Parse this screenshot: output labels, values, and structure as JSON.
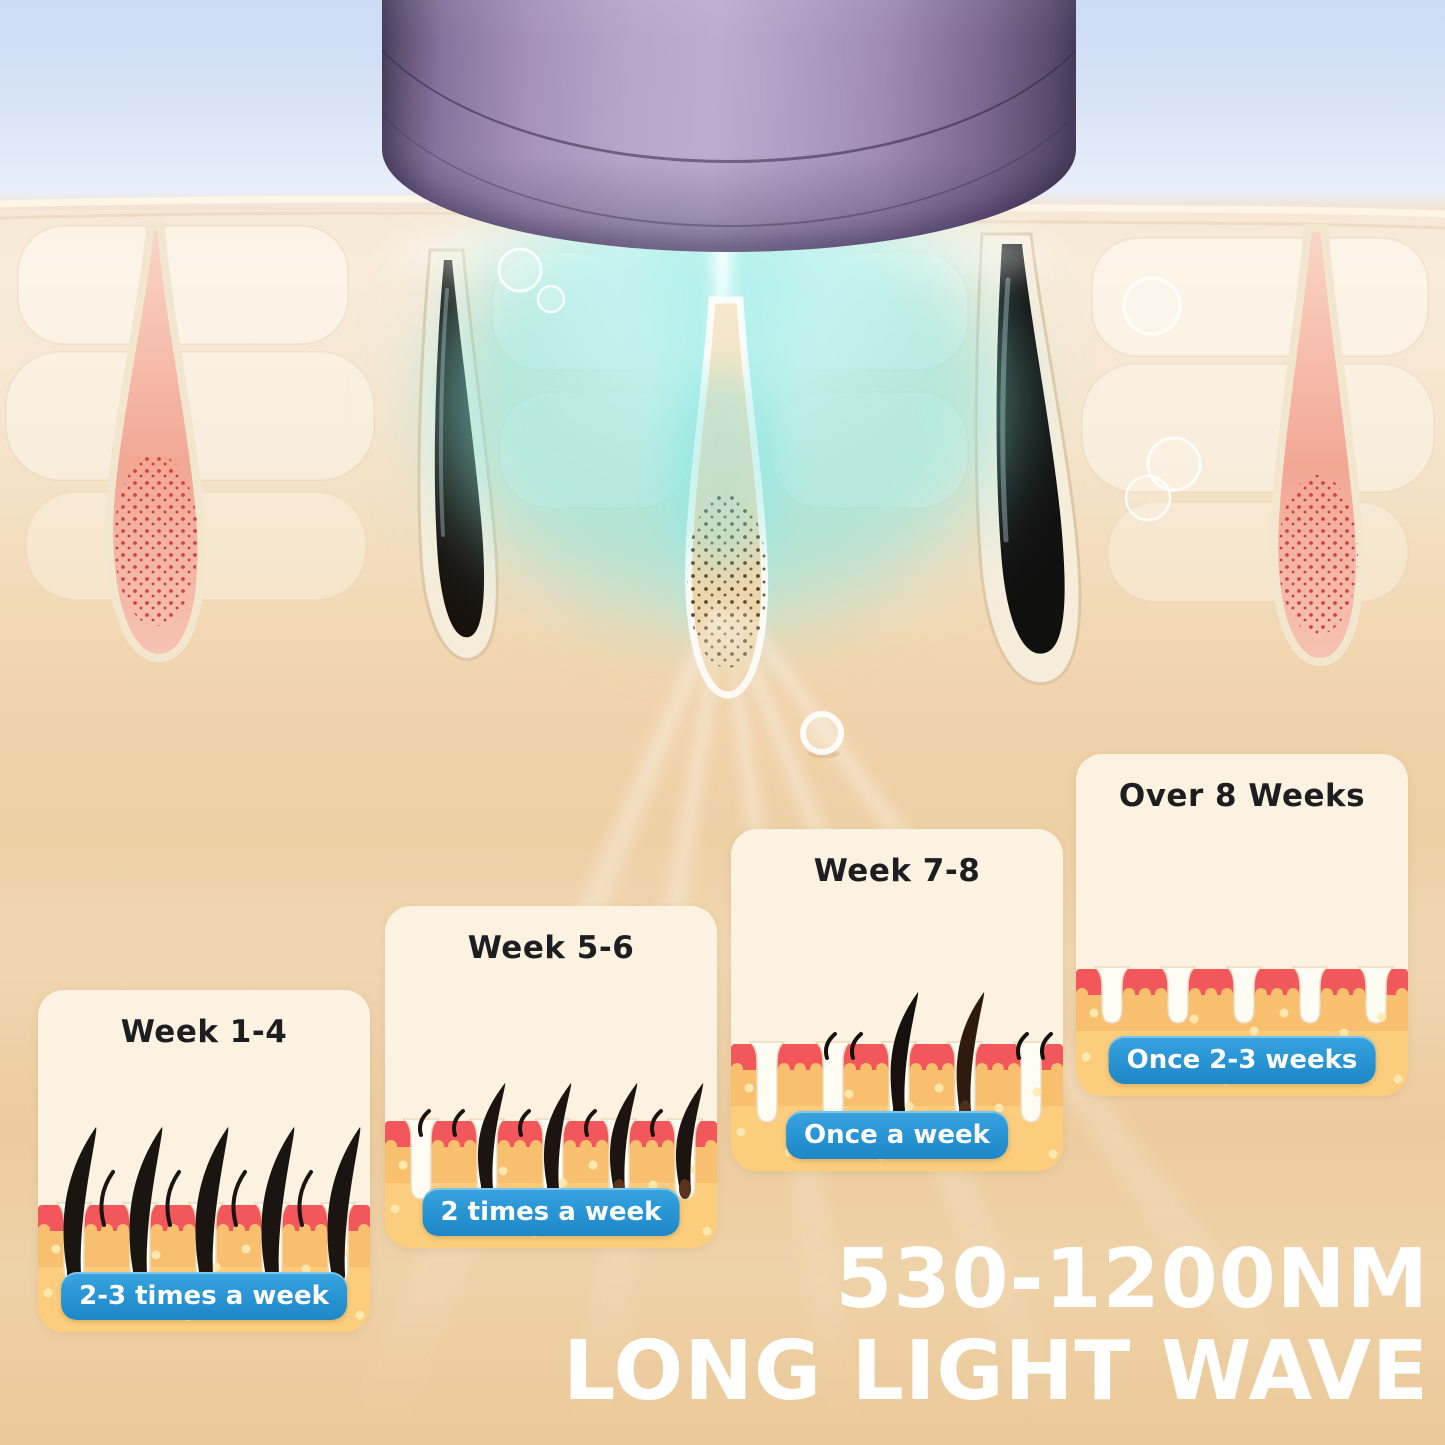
{
  "headline": {
    "line1": "530-1200NM",
    "line2": "LONG LIGHT WAVE"
  },
  "cards": [
    {
      "title": "Week 1-4",
      "badge": "2-3 times a week",
      "stage": "dense hair regrowth"
    },
    {
      "title": "Week 5-6",
      "badge": "2 times a week",
      "stage": "reduced hair regrowth"
    },
    {
      "title": "Week 7-8",
      "badge": "Once a week",
      "stage": "sparse fine hair"
    },
    {
      "title": "Over 8 Weeks",
      "badge": "Once 2-3 weeks",
      "stage": "smooth hair-free skin"
    }
  ],
  "colors": {
    "sky": "#cddcf4",
    "skin_cream": "#f6e8d4",
    "background_tan": "#ecca9c",
    "device_purple": "#a494bb",
    "beam_cyan": "#8ee8e4",
    "card_background": "#fcf2e1",
    "badge_blue": "#2b98d7",
    "badge_text": "#ffffff",
    "card_title_text": "#1e1e20",
    "headline_text": "#ffffff",
    "epidermis_red": "#f2575c",
    "dermis_yellow": "#f8c06e",
    "follicle_pink": "#f3a795",
    "hair_black": "#1b1511"
  }
}
